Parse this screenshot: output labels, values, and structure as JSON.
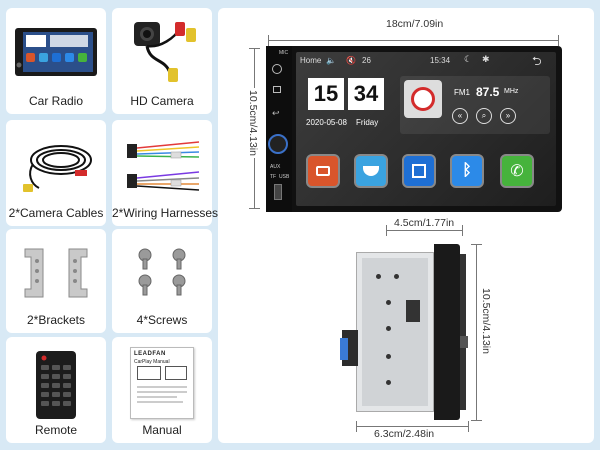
{
  "items": [
    {
      "label": "Car Radio"
    },
    {
      "label": "HD Camera"
    },
    {
      "label": "2*Camera Cables"
    },
    {
      "label": "2*Wiring Harnesses"
    },
    {
      "label": "2*Brackets"
    },
    {
      "label": "4*Screws"
    },
    {
      "label": "Remote"
    },
    {
      "label": "Manual"
    }
  ],
  "front_view": {
    "width_dim": "18cm/7.09in",
    "height_dim": "10.5cm/4.13in",
    "screen": {
      "home": "Home",
      "volume": "26",
      "time": "15:34",
      "clock_hour": "15",
      "clock_min": "34",
      "date": "2020-05-08",
      "day": "Friday",
      "band": "FM1",
      "freq": "87.5",
      "unit": "MHz",
      "side_mic": "MIC",
      "side_aux": "AUX",
      "side_tf": "TF",
      "side_usb": "USB"
    }
  },
  "side_view": {
    "top_dim": "4.5cm/1.77in",
    "height_dim": "10.5cm/4.13in",
    "bottom_dim": "6.3cm/2.48in"
  },
  "manual": {
    "brand": "LEADFAN",
    "title": "CarPlay Manual"
  },
  "colors": {
    "background": "#d8e9f5",
    "card": "#ffffff"
  }
}
